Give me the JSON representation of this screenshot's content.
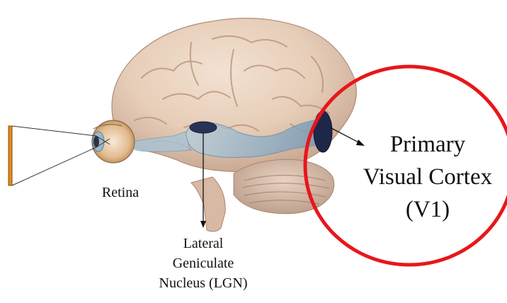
{
  "labels": {
    "retina": "Retina",
    "lgn_line1": "Lateral",
    "lgn_line2": "Geniculate",
    "lgn_line3": "Nucleus (LGN)",
    "v1_line1": "Primary",
    "v1_line2": "Visual Cortex",
    "v1_line3": "(V1)"
  },
  "colors": {
    "highlight_circle": "#e8161b",
    "visual_pathway": "#7fa7c4",
    "lgn_body": "#2a3356",
    "v1_body": "#1f2748",
    "brain": "#e6cdb8",
    "cerebellum": "#d9bfae",
    "stimulus_bar": "#e08a1e"
  }
}
